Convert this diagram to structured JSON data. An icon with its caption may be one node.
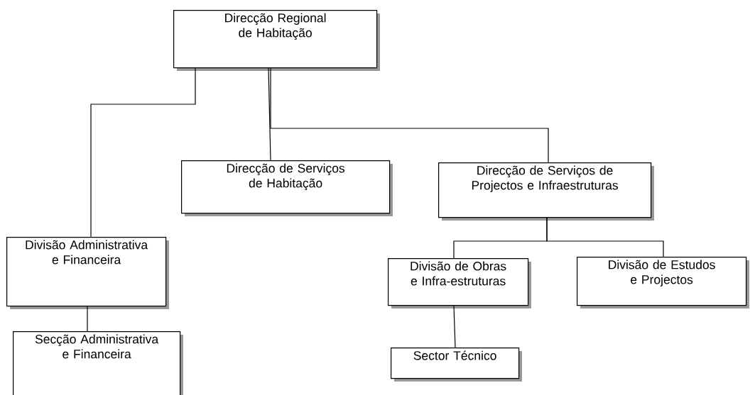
{
  "diagram": {
    "nodes": [
      {
        "text": [
          "Direcção Regional de Habitação"
        ]
      },
      {
        "text": [
          "Direcção de Serviços de Habitação"
        ]
      },
      {
        "text": [
          "Direcção de Serviços de Projectos e Infraestruturas"
        ]
      },
      {
        "text": [
          "Divisão Administrativa e Financeira"
        ]
      },
      {
        "text": [
          "Divisão de Obras e Infra-estruturas"
        ]
      },
      {
        "text": [
          "Divisão de Estudos e Projectos"
        ]
      },
      {
        "text": [
          "Secção Administrativa e Financeira"
        ]
      },
      {
        "text": [
          "Sector Técnico"
        ]
      }
    ],
    "edges": [
      {
        "from": 0,
        "to": 3,
        "arrow": "none"
      },
      {
        "from": 0,
        "to": 1,
        "arrow": "none"
      },
      {
        "from": 0,
        "to": 2,
        "arrow": "none"
      },
      {
        "from": 2,
        "to": 4,
        "arrow": "none"
      },
      {
        "from": 2,
        "to": 5,
        "arrow": "none"
      },
      {
        "from": 3,
        "to": 6,
        "arrow": "none"
      },
      {
        "from": 4,
        "to": 7,
        "arrow": "none"
      }
    ]
  }
}
